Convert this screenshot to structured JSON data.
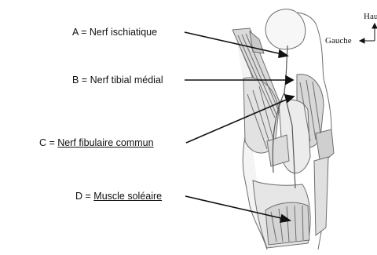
{
  "labels": {
    "a": {
      "prefix": "A = ",
      "name": "Nerf ischiatique"
    },
    "b": {
      "prefix": "B = ",
      "name": "Nerf tibial médial"
    },
    "c": {
      "prefix": "C = ",
      "name": "Nerf fibulaire commun"
    },
    "d": {
      "prefix": "D = ",
      "name": "Muscle soléaire"
    }
  },
  "orientation": {
    "up": "Haut",
    "left": "Gauche"
  },
  "colors": {
    "line": "#111111",
    "sketch": "#6e6e6e",
    "fill_light": "#e4e4e4",
    "fill_mid": "#cfcfcf"
  }
}
